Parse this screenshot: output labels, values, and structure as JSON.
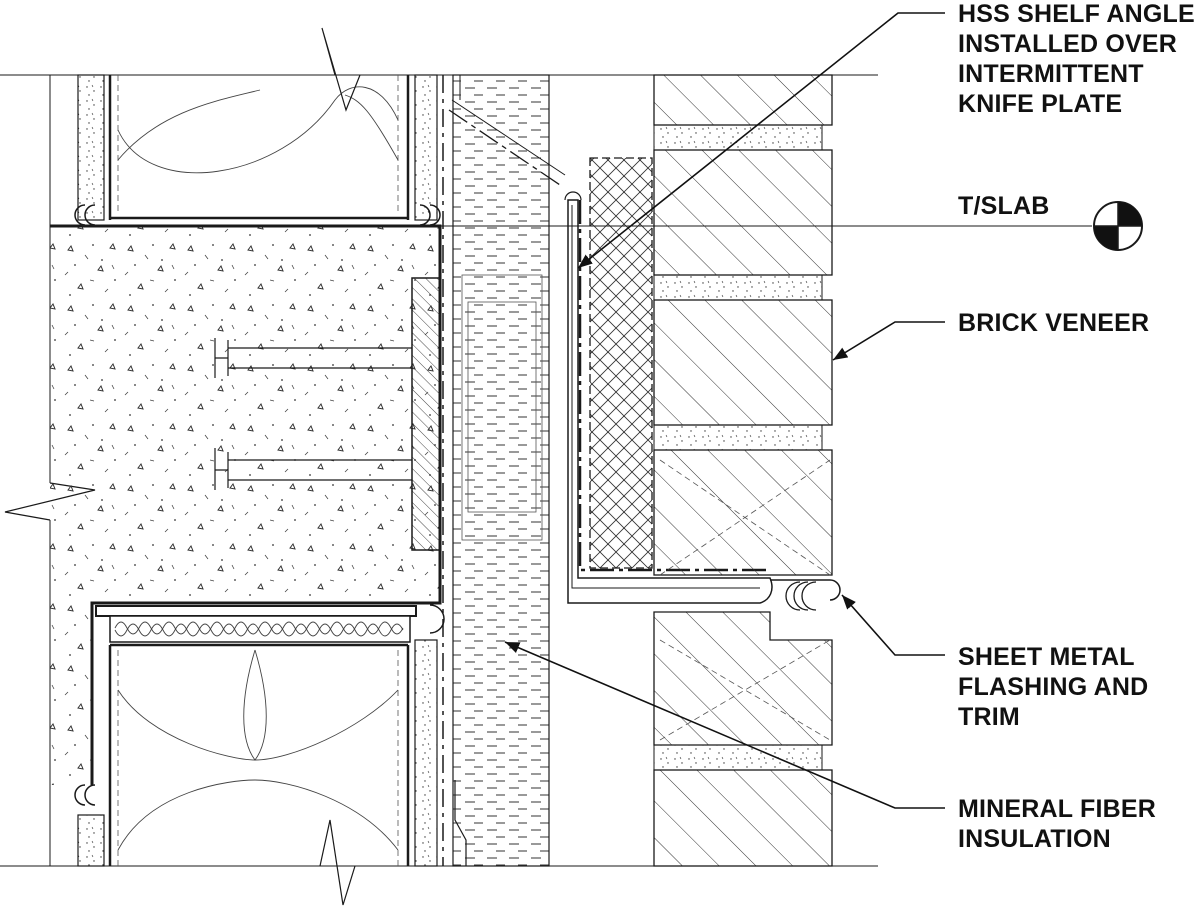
{
  "callouts": {
    "hss_shelf_angle": {
      "lines": [
        "HSS SHELF ANGLE",
        "INSTALLED OVER",
        "INTERMITTENT",
        "KNIFE PLATE"
      ]
    },
    "t_slab": {
      "lines": [
        "T/SLAB"
      ]
    },
    "brick_veneer": {
      "lines": [
        "BRICK VENEER"
      ]
    },
    "sheet_metal_flashing": {
      "lines": [
        "SHEET METAL",
        "FLASHING AND",
        "TRIM"
      ]
    },
    "mineral_fiber_insulation": {
      "lines": [
        "MINERAL FIBER",
        "INSULATION"
      ]
    }
  },
  "colors": {
    "line": "#1a1a1a",
    "hatch": "#333333",
    "background": "#ffffff"
  },
  "icons": {
    "elevation_marker": "elevation-target-icon",
    "break_line": "break-line-icon"
  }
}
